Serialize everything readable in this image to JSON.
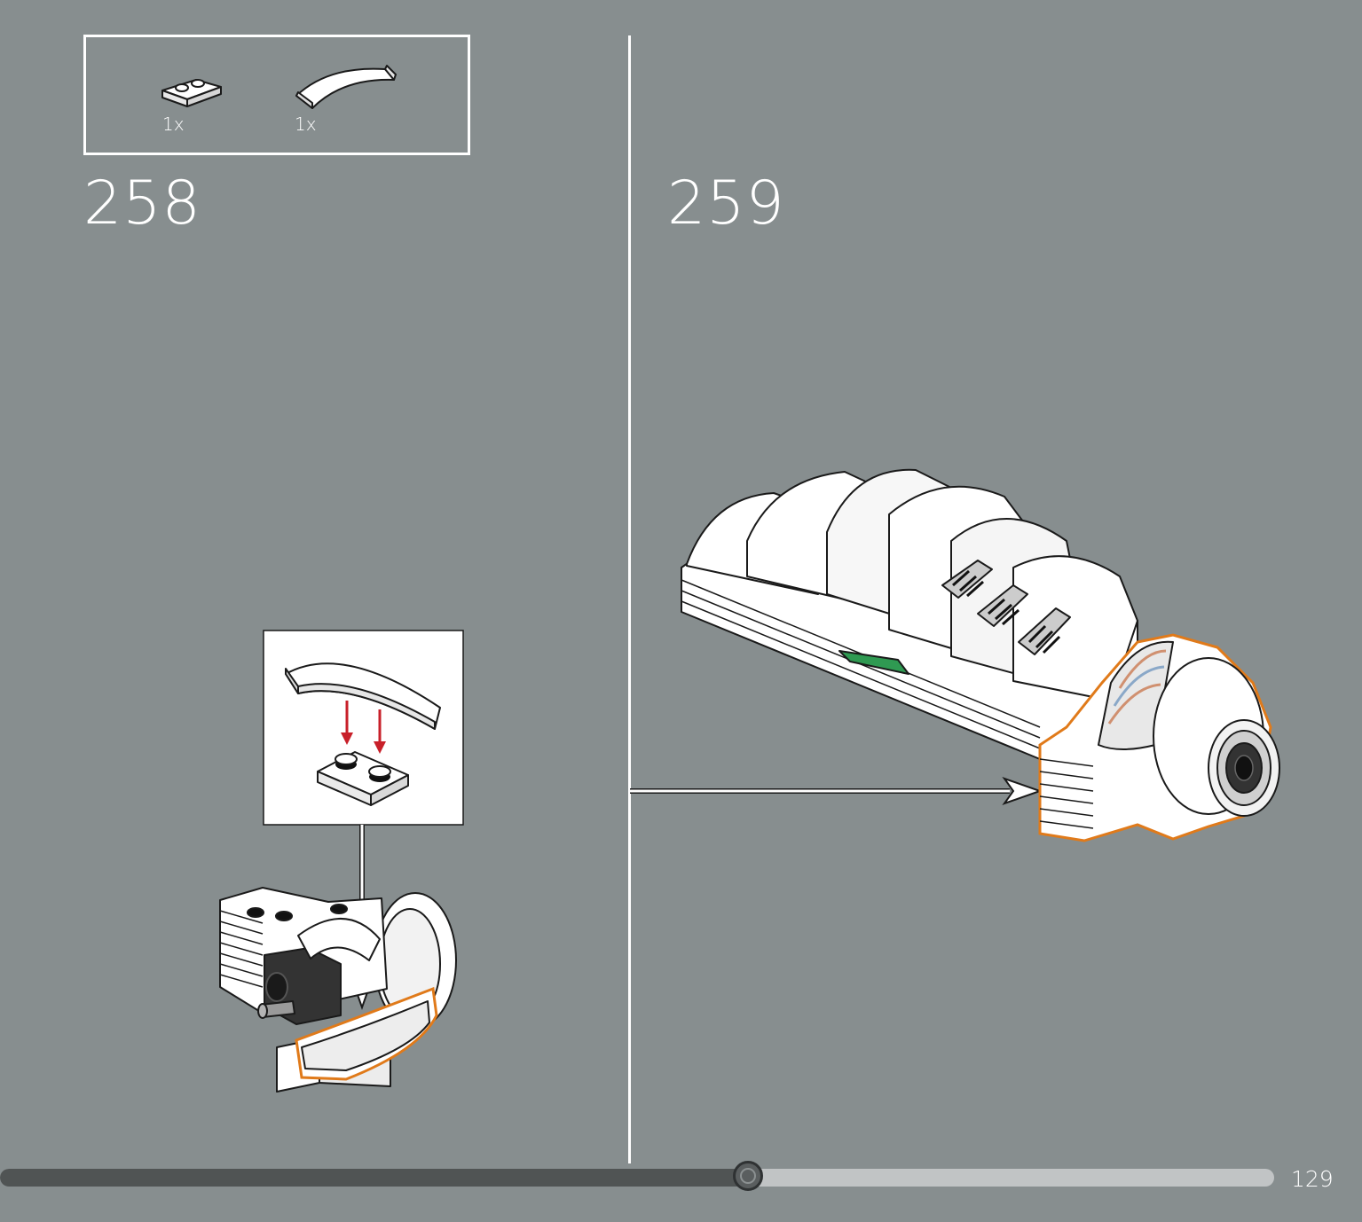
{
  "parts_list": {
    "items": [
      {
        "icon": "plate-1x2-icon",
        "qty": "1x"
      },
      {
        "icon": "curved-slope-icon",
        "qty": "1x"
      }
    ]
  },
  "steps": [
    {
      "number": "258"
    },
    {
      "number": "259"
    }
  ],
  "progress": {
    "fraction": 0.587
  },
  "page_number": "129",
  "colors": {
    "background": "#878e8f",
    "highlight": "#e07a1a",
    "arrow_red": "#c8202a",
    "brick_white": "#ffffff"
  }
}
